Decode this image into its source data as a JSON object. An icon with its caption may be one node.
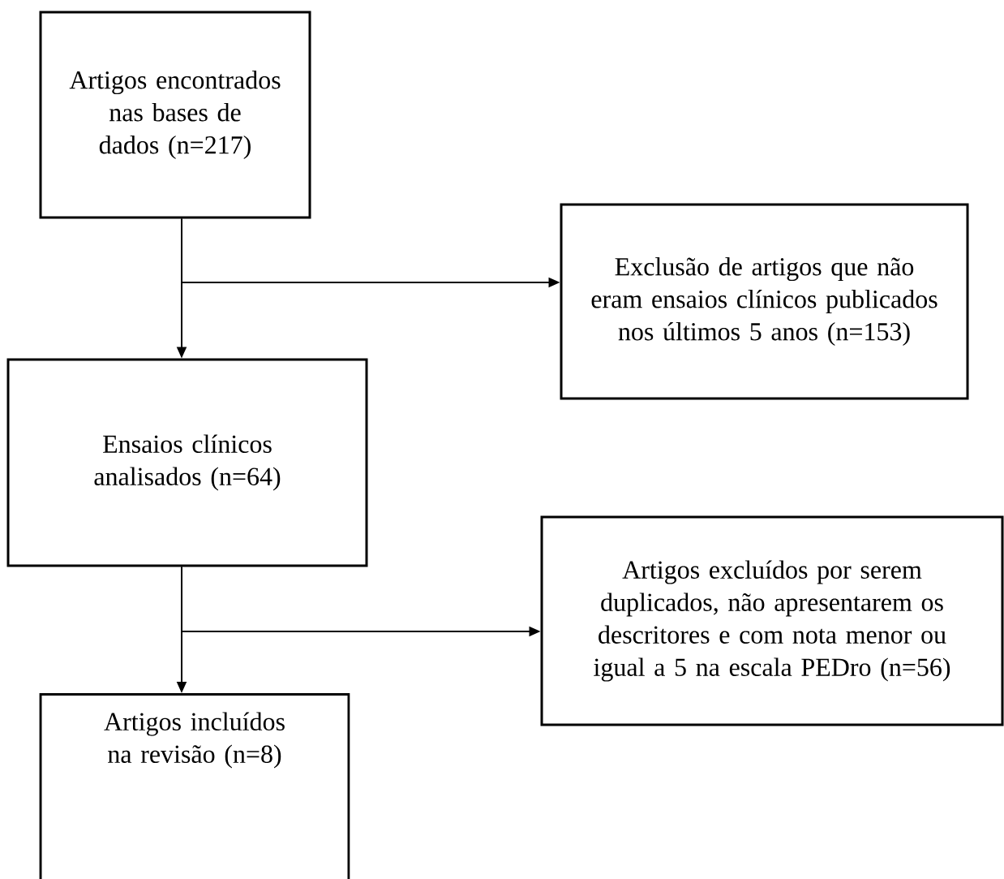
{
  "diagram": {
    "nodes": [
      {
        "text": [
          "Artigos encontrados nas bases de dados (n=217)"
        ]
      },
      {
        "text": [
          "Exclusão de artigos que não eram ensaios clínicos publicados nos últimos 5 anos (n=153)"
        ]
      },
      {
        "text": [
          "Ensaios clínicos analisados (n=64)"
        ]
      },
      {
        "text": [
          "Artigos excluídos por serem duplicados, não apresentarem os descritores e com nota menor ou igual a 5 na escala PEDro (n=56)"
        ]
      },
      {
        "text": [
          "Artigos incluídos na revisão (n=8)"
        ]
      }
    ],
    "edges": [
      {
        "from": 0,
        "to": 2,
        "arrow": "to"
      },
      {
        "from": 0,
        "to": 1,
        "arrow": "to"
      },
      {
        "from": 2,
        "to": 4,
        "arrow": "to"
      },
      {
        "from": 2,
        "to": 3,
        "arrow": "to"
      }
    ]
  }
}
